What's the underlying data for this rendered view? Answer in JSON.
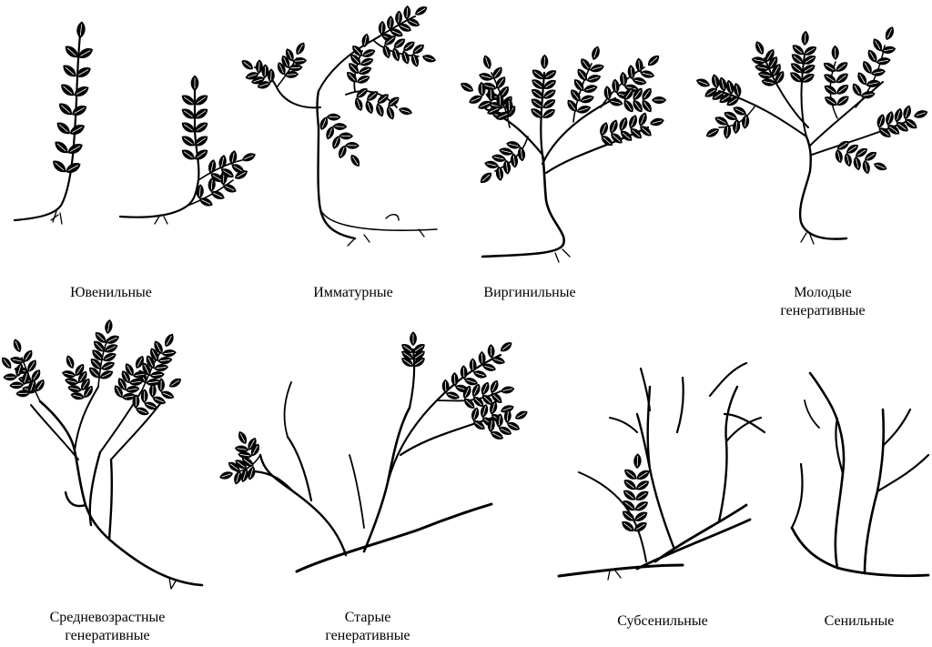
{
  "figure": {
    "stages": [
      {
        "id": "juvenile",
        "caption": [
          "Ювенильные"
        ]
      },
      {
        "id": "immature",
        "caption": [
          "Имматурные"
        ]
      },
      {
        "id": "virginile",
        "caption": [
          "Виргинильные"
        ]
      },
      {
        "id": "young-generative",
        "caption": [
          "Молодые",
          "генеративные"
        ]
      },
      {
        "id": "mature-generative",
        "caption": [
          "Средневозрастные",
          "генеративные"
        ]
      },
      {
        "id": "old-generative",
        "caption": [
          "Старые",
          "генеративные"
        ]
      },
      {
        "id": "subsenile",
        "caption": [
          "Субсенильные"
        ]
      },
      {
        "id": "senile",
        "caption": [
          "Сенильные"
        ]
      }
    ]
  }
}
